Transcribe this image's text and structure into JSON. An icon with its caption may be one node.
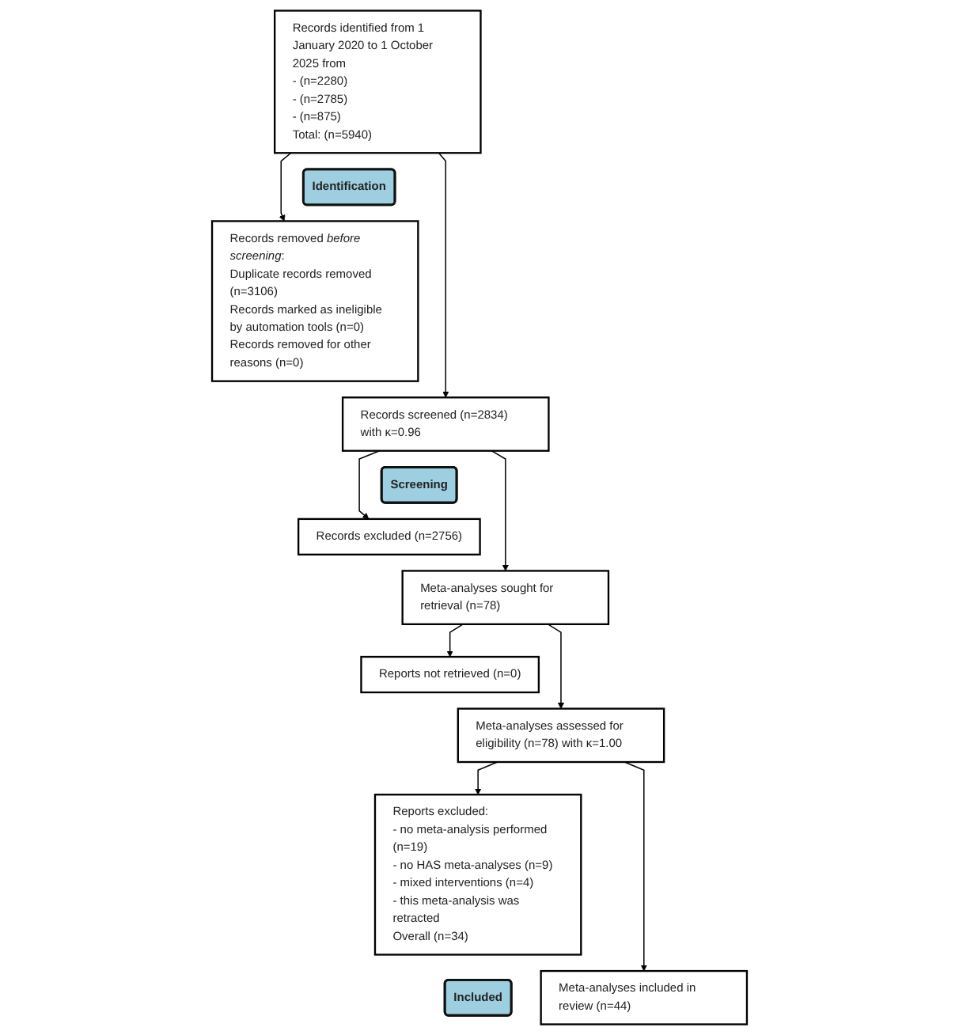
{
  "diagram": {
    "nodes": [
      {
        "text": [
          "Identification"
        ]
      },
      {
        "text": [
          "Records identified from 1 January 2020 to 1 October 2025 from",
          "- (n=2280)",
          "- (n=2785)",
          "- (n=875)",
          "Total: (n=5940)"
        ]
      },
      {
        "text": [
          "Records removed *before screening*:",
          "Duplicate records removed (n=3106)",
          "Records marked as ineligible by automation tools (n=0)",
          "Records removed for other reasons (n=0)"
        ]
      },
      {
        "text": [
          "Screening"
        ]
      },
      {
        "text": [
          "Records screened (n=2834) with κ=0.96"
        ]
      },
      {
        "text": [
          "Records excluded (n=2756)"
        ]
      },
      {
        "text": [
          "Meta-analyses sought for retrieval (n=78)"
        ]
      },
      {
        "text": [
          "Reports not retrieved (n=0)"
        ]
      },
      {
        "text": [
          "Meta-analyses assessed for eligibility (n=78) with κ=1.00"
        ]
      },
      {
        "text": [
          "Reports excluded:",
          "- no meta-analysis performed (n=19)",
          "- no HAS meta-analyses (n=9)",
          "- mixed interventions (n=4)",
          "- this meta-analysis was retracted",
          "Overall (n=34)"
        ]
      },
      {
        "text": [
          "Included"
        ]
      },
      {
        "text": [
          "Meta-analyses included in review (n=44)"
        ]
      }
    ],
    "edges": [
      {
        "from": 1,
        "to": 2,
        "arrow": "to"
      },
      {
        "from": 1,
        "to": 4,
        "arrow": "to"
      },
      {
        "from": 4,
        "to": 5,
        "arrow": "to"
      },
      {
        "from": 4,
        "to": 6,
        "arrow": "to"
      },
      {
        "from": 6,
        "to": 7,
        "arrow": "to"
      },
      {
        "from": 6,
        "to": 8,
        "arrow": "to"
      },
      {
        "from": 8,
        "to": 9,
        "arrow": "to"
      },
      {
        "from": 8,
        "to": 11,
        "arrow": "to"
      }
    ]
  }
}
